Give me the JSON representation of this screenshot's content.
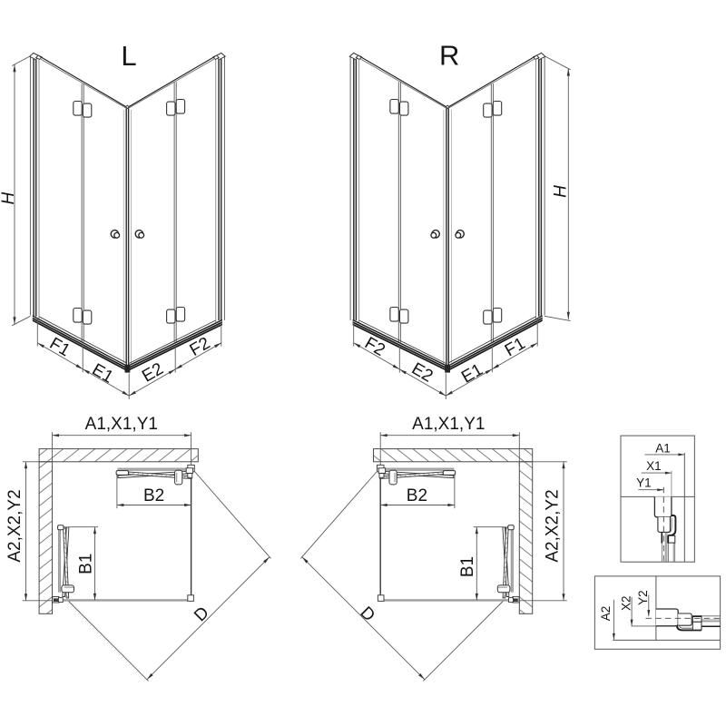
{
  "views": {
    "perspective_left": {
      "variant_label": "L",
      "height_label": "H",
      "segment_labels": [
        "F1",
        "E1",
        "E2",
        "F2"
      ]
    },
    "perspective_right": {
      "variant_label": "R",
      "height_label": "H",
      "segment_labels": [
        "F2",
        "E2",
        "E1",
        "F1"
      ]
    },
    "plan_left": {
      "width_label": "A1,X1,Y1",
      "depth_label": "A2,X2,Y2",
      "door_top_label": "B2",
      "door_side_label": "B1",
      "diagonal_label": "D"
    },
    "plan_right": {
      "width_label": "A1,X1,Y1",
      "depth_label": "A2,X2,Y2",
      "door_top_label": "B2",
      "door_side_label": "B1",
      "diagonal_label": "D"
    },
    "detail_top_right": {
      "labels": [
        "A1",
        "X1",
        "Y1"
      ]
    },
    "detail_bottom_right": {
      "labels": [
        "A2",
        "X2",
        "Y2"
      ]
    }
  },
  "colors": {
    "background": "#ffffff",
    "object_line": "#2d2d2d",
    "dimension_line": "#5a5a5a",
    "text": "#151515",
    "rail_gray": "#ababab",
    "threshold": "#282828"
  }
}
